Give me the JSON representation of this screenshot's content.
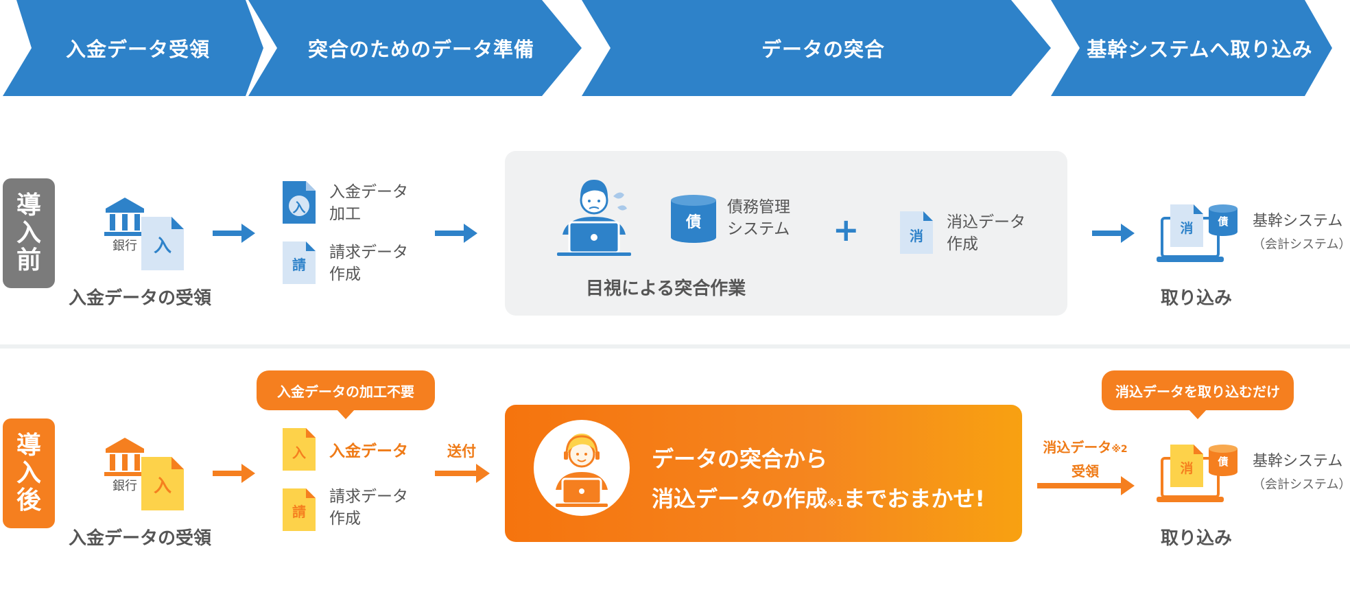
{
  "steps": [
    {
      "label": "入金データ受領"
    },
    {
      "label": "突合のためのデータ準備"
    },
    {
      "label": "データの突合"
    },
    {
      "label": "基幹システムへ取り込み"
    }
  ],
  "before": {
    "tag": [
      "導",
      "入",
      "前"
    ],
    "bank_label": "銀行",
    "doc_char_in": "入",
    "receive_caption": "入金データの受領",
    "prep_items": [
      {
        "icon_char": "入",
        "lines": [
          "入金データ",
          "加工"
        ]
      },
      {
        "icon_char": "請",
        "lines": [
          "請求データ",
          "作成"
        ]
      }
    ],
    "match": {
      "db_char": "債",
      "db_lines": [
        "債務管理",
        "システム"
      ],
      "plus": "+",
      "doc_char": "消",
      "doc_lines": [
        "消込データ",
        "作成"
      ],
      "caption": "目視による突合作業"
    },
    "import": {
      "doc_char": "消",
      "db_char": "債",
      "system_lines": [
        "基幹システム",
        "（会計システム）"
      ],
      "caption": "取り込み"
    }
  },
  "after": {
    "tag": [
      "導",
      "入",
      "後"
    ],
    "bank_label": "銀行",
    "doc_char_in": "入",
    "receive_caption": "入金データの受領",
    "bubble_left": "入金データの加工不要",
    "prep_items": [
      {
        "icon_char": "入",
        "lines": [
          "入金データ"
        ]
      },
      {
        "icon_char": "請",
        "lines": [
          "請求データ",
          "作成"
        ]
      }
    ],
    "send_label": "送付",
    "banner": {
      "line1": "データの突合から",
      "line2_pre": "消込データの作成",
      "line2_note": "※1",
      "line2_post": "までおまかせ!"
    },
    "recv": {
      "line1": "消込データ",
      "note": "※2",
      "line2": "受領"
    },
    "bubble_right": "消込データを取り込むだけ",
    "import": {
      "doc_char": "消",
      "db_char": "債",
      "system_lines": [
        "基幹システム",
        "（会計システム）"
      ],
      "caption": "取り込み"
    }
  },
  "colors": {
    "blue": "#2e82c9",
    "orange": "#f57f1f",
    "yellow": "#fdd24a",
    "gray_panel": "#f0f1f2",
    "gray_tag": "#7b7b7b"
  }
}
